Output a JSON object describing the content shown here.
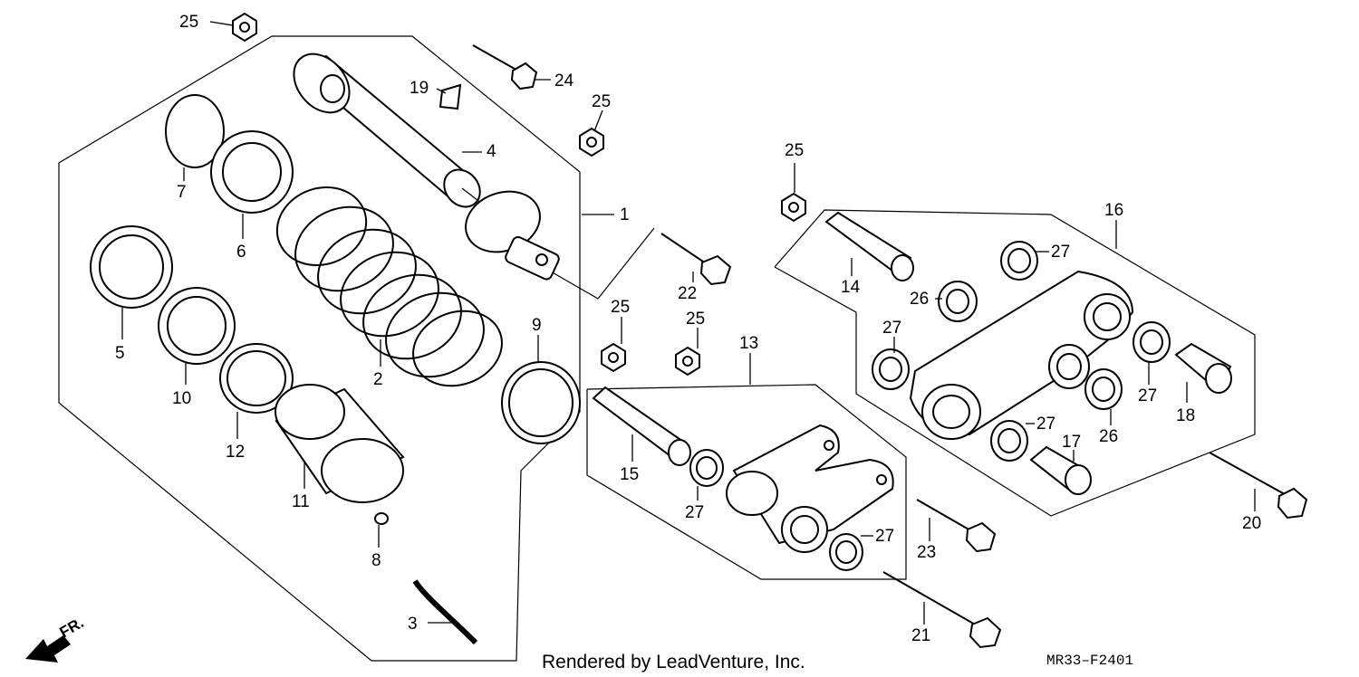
{
  "labels": [
    "25",
    "24",
    "19",
    "25",
    "4",
    "7",
    "6",
    "1",
    "25",
    "22",
    "5",
    "2",
    "25",
    "25",
    "13",
    "9",
    "10",
    "12",
    "15",
    "11",
    "27",
    "8",
    "3",
    "16",
    "14",
    "27",
    "26",
    "27",
    "27",
    "27",
    "26",
    "18",
    "17",
    "20",
    "23",
    "21",
    "27"
  ],
  "footer": {
    "credit": "Rendered by LeadVenture, Inc.",
    "code": "MR33–F2401",
    "front_marker": "FR."
  }
}
